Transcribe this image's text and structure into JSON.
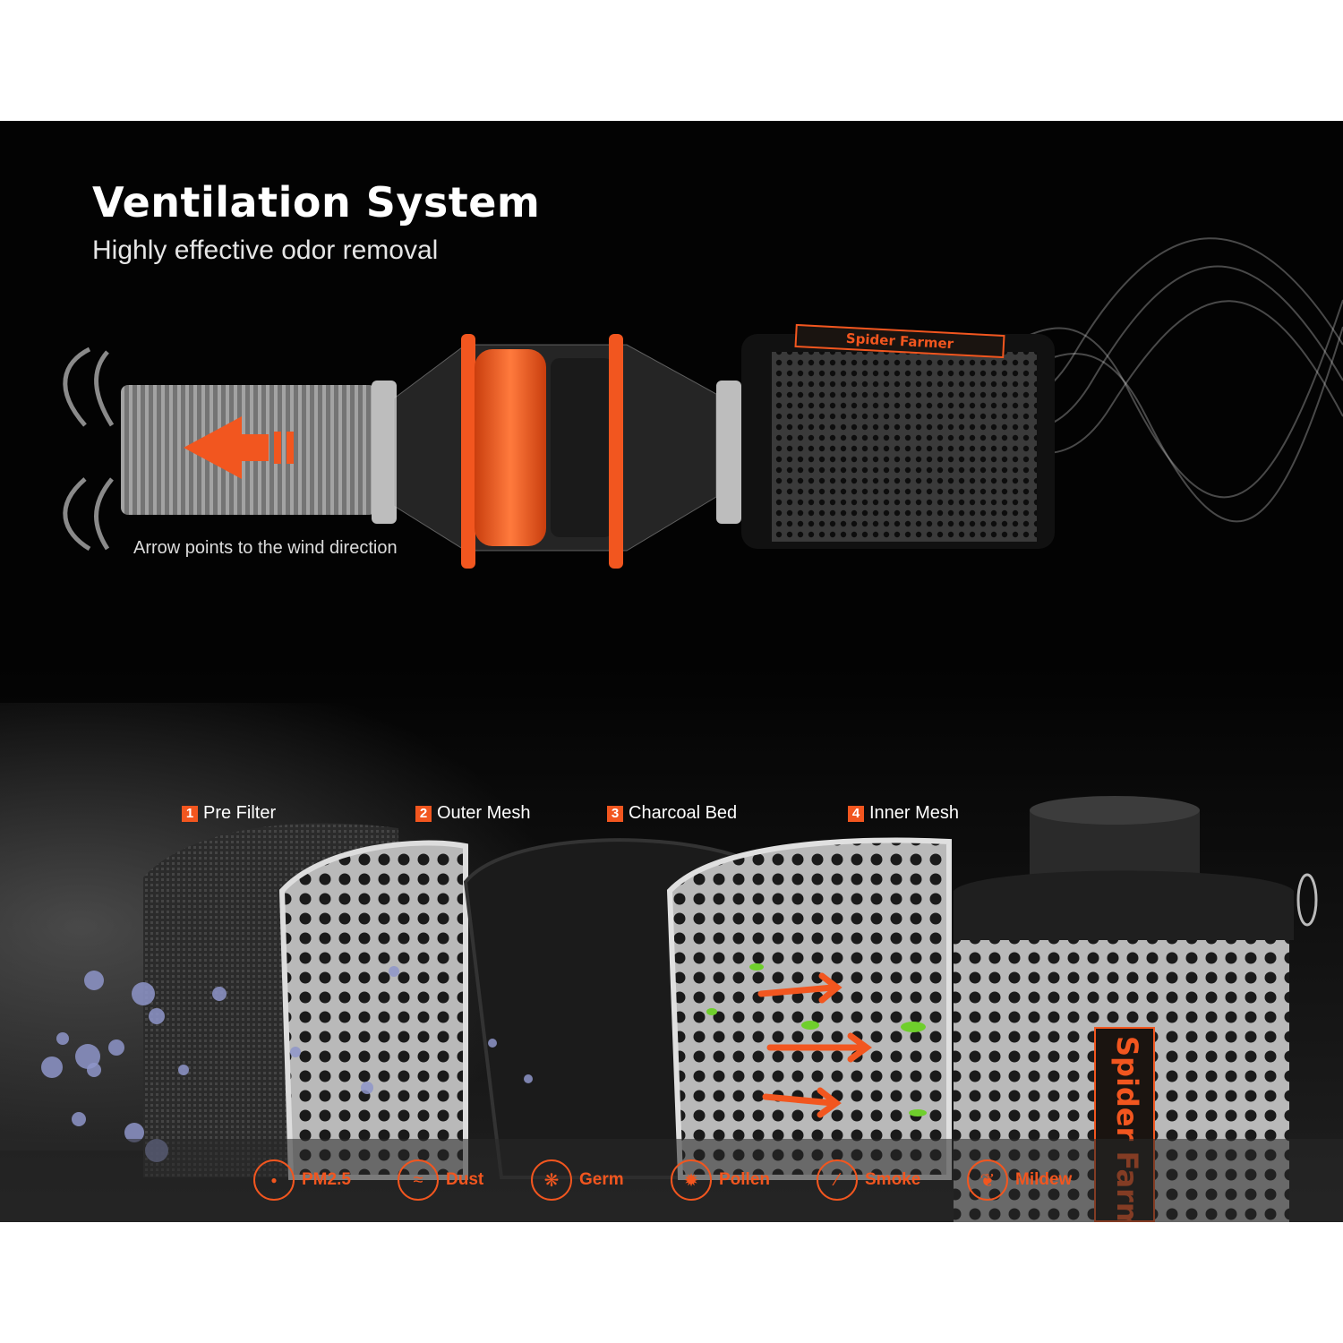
{
  "header": {
    "title": "Ventilation System",
    "subtitle": "Highly effective odor removal"
  },
  "duct_diagram": {
    "wind_note": "Arrow points to the wind direction",
    "brand_band": "Spider Farmer"
  },
  "filter_layers": [
    {
      "number": "1",
      "label": "Pre Filter"
    },
    {
      "number": "2",
      "label": "Outer Mesh"
    },
    {
      "number": "3",
      "label": "Charcoal Bed"
    },
    {
      "number": "4",
      "label": "Inner Mesh"
    }
  ],
  "filter_brand": "Spider Farmer",
  "filtered_particles": [
    {
      "label": "PM2.5",
      "icon": "pm25-icon"
    },
    {
      "label": "Dust",
      "icon": "dust-icon"
    },
    {
      "label": "Germ",
      "icon": "germ-icon"
    },
    {
      "label": "Pollen",
      "icon": "pollen-icon"
    },
    {
      "label": "Smoke",
      "icon": "smoke-icon"
    },
    {
      "label": "Mildew",
      "icon": "mildew-icon"
    }
  ],
  "colors": {
    "accent": "#f2561f",
    "background": "#030303",
    "text": "#ffffff"
  }
}
